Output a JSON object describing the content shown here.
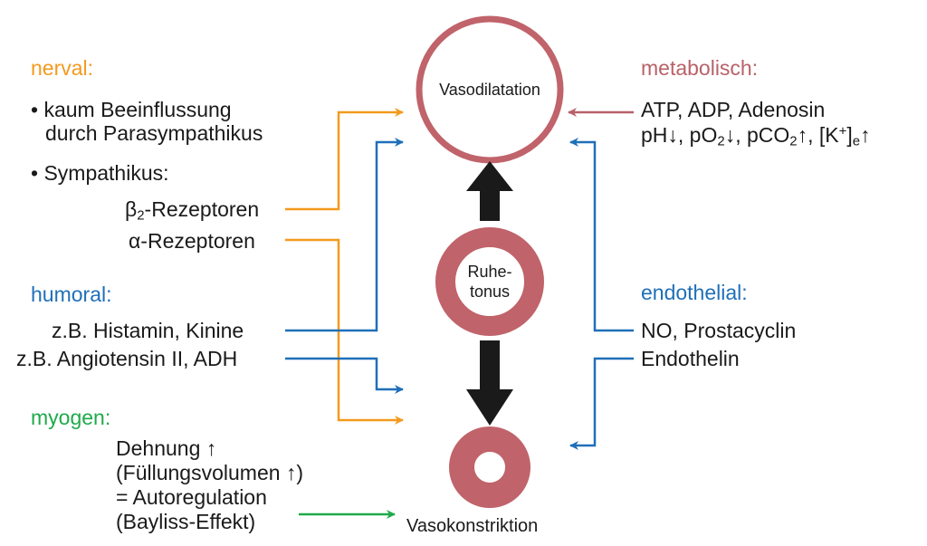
{
  "colors": {
    "nerval": "#f39a1e",
    "humoral": "#1f6fb8",
    "myogen": "#1faa4a",
    "metabolisch": "#b86169",
    "endothelial": "#1f6fb8",
    "vessel": "#c0636a",
    "arrow_dark": "#1a1a1a"
  },
  "left": {
    "nerval": {
      "heading": "nerval:",
      "bullet1_line1": "• kaum Beeinflussung",
      "bullet1_line2": "durch Parasympathikus",
      "bullet2": "• Sympathikus:",
      "beta_prefix": "β",
      "beta_sub": "2",
      "beta_suffix": "-Rezeptoren",
      "alpha": "α-Rezeptoren"
    },
    "humoral": {
      "heading": "humoral:",
      "line1": "z.B. Histamin, Kinine",
      "line2": "z.B. Angiotensin II, ADH"
    },
    "myogen": {
      "heading": "myogen:",
      "line1": "Dehnung ↑",
      "line2": "(Füllungsvolumen ↑)",
      "line3": "= Autoregulation",
      "line4": "(Bayliss-Effekt)"
    }
  },
  "center": {
    "top_label": "Vasodilatation",
    "middle_label_line1": "Ruhe-",
    "middle_label_line2": "tonus",
    "bottom_label": "Vasokonstriktion"
  },
  "right": {
    "metabolisch": {
      "heading": "metabolisch:",
      "line1": "ATP, ADP, Adenosin",
      "ph": "pH↓, pO",
      "o2_sub": "2",
      "po2_arrow": "↓, pCO",
      "co2_sub": "2",
      "pco2_arrow": "↑, [K",
      "k_sup": "+",
      "k_close": "]",
      "e_sub": "e",
      "k_arrow": "↑"
    },
    "endothelial": {
      "heading": "endothelial:",
      "line1": "NO, Prostacyclin",
      "line2": "Endothelin"
    }
  }
}
